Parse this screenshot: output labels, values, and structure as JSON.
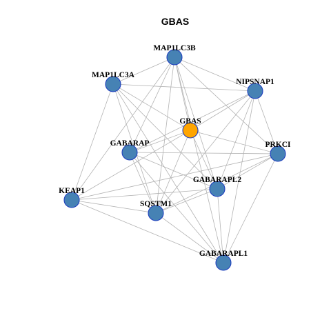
{
  "title": "GBAS",
  "colors": {
    "node_fill": "#4682b4",
    "center_fill": "#ffa500",
    "node_border": "#1f3fbf",
    "edge": "#b3b3b3",
    "background": "#ffffff"
  },
  "nodes": [
    {
      "id": "MAP1LC3B",
      "label": "MAP1LC3B",
      "center": false
    },
    {
      "id": "MAP1LC3A",
      "label": "MAP1LC3A",
      "center": false
    },
    {
      "id": "NIPSNAP1",
      "label": "NIPSNAP1",
      "center": false
    },
    {
      "id": "GBAS",
      "label": "GBAS",
      "center": true
    },
    {
      "id": "GABARAP",
      "label": "GABARAP",
      "center": false
    },
    {
      "id": "PRKCI",
      "label": "PRKCI",
      "center": false
    },
    {
      "id": "GABARAPL2",
      "label": "GABARAPL2",
      "center": false
    },
    {
      "id": "KEAP1",
      "label": "KEAP1",
      "center": false
    },
    {
      "id": "SQSTM1",
      "label": "SQSTM1",
      "center": false
    },
    {
      "id": "GABARAPL1",
      "label": "GABARAPL1",
      "center": false
    }
  ],
  "edges": [
    [
      "MAP1LC3B",
      "MAP1LC3A"
    ],
    [
      "MAP1LC3B",
      "NIPSNAP1"
    ],
    [
      "MAP1LC3B",
      "GBAS"
    ],
    [
      "MAP1LC3B",
      "GABARAP"
    ],
    [
      "MAP1LC3B",
      "PRKCI"
    ],
    [
      "MAP1LC3B",
      "GABARAPL2"
    ],
    [
      "MAP1LC3B",
      "KEAP1"
    ],
    [
      "MAP1LC3B",
      "SQSTM1"
    ],
    [
      "MAP1LC3B",
      "GABARAPL1"
    ],
    [
      "MAP1LC3A",
      "NIPSNAP1"
    ],
    [
      "MAP1LC3A",
      "GBAS"
    ],
    [
      "MAP1LC3A",
      "KEAP1"
    ],
    [
      "MAP1LC3A",
      "SQSTM1"
    ],
    [
      "MAP1LC3A",
      "GABARAPL2"
    ],
    [
      "MAP1LC3A",
      "GABARAPL1"
    ],
    [
      "NIPSNAP1",
      "GBAS"
    ],
    [
      "NIPSNAP1",
      "GABARAP"
    ],
    [
      "NIPSNAP1",
      "PRKCI"
    ],
    [
      "NIPSNAP1",
      "GABARAPL2"
    ],
    [
      "NIPSNAP1",
      "SQSTM1"
    ],
    [
      "NIPSNAP1",
      "GABARAPL1"
    ],
    [
      "GBAS",
      "GABARAP"
    ],
    [
      "GBAS",
      "PRKCI"
    ],
    [
      "GBAS",
      "GABARAPL2"
    ],
    [
      "GBAS",
      "KEAP1"
    ],
    [
      "GBAS",
      "SQSTM1"
    ],
    [
      "GABARAP",
      "PRKCI"
    ],
    [
      "GABARAP",
      "GABARAPL2"
    ],
    [
      "GABARAP",
      "SQSTM1"
    ],
    [
      "GABARAP",
      "GABARAPL1"
    ],
    [
      "PRKCI",
      "GABARAPL2"
    ],
    [
      "PRKCI",
      "SQSTM1"
    ],
    [
      "PRKCI",
      "GABARAPL1"
    ],
    [
      "PRKCI",
      "KEAP1"
    ],
    [
      "GABARAPL2",
      "KEAP1"
    ],
    [
      "GABARAPL2",
      "SQSTM1"
    ],
    [
      "GABARAPL2",
      "GABARAPL1"
    ],
    [
      "KEAP1",
      "SQSTM1"
    ],
    [
      "KEAP1",
      "GABARAPL1"
    ],
    [
      "SQSTM1",
      "GABARAPL1"
    ]
  ]
}
